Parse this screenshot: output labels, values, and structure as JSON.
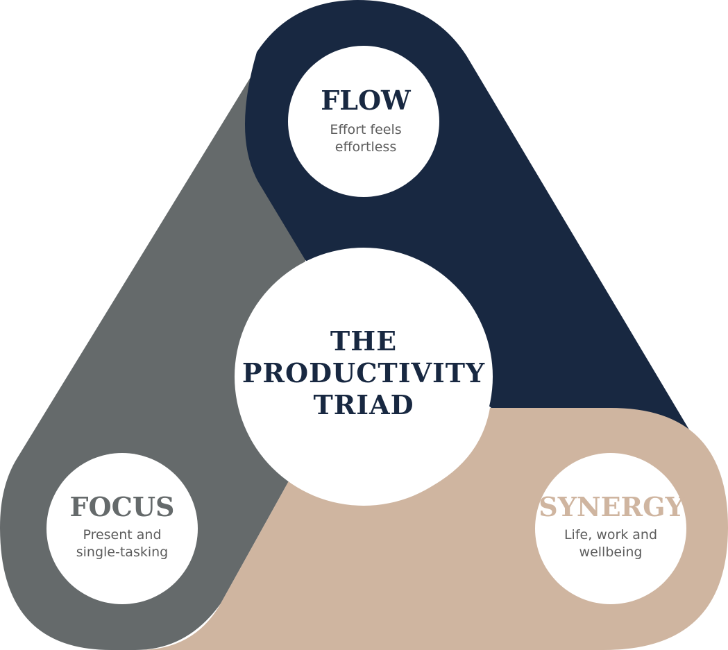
{
  "colors": {
    "flow": "#182841",
    "focus": "#656a6b",
    "synergy": "#cfb5a0",
    "circle": "#ffffff",
    "subtitle_text": "#5c5c5c"
  },
  "center": {
    "lines": [
      "THE",
      "PRODUCTIVITY",
      "TRIAD"
    ]
  },
  "nodes": {
    "flow": {
      "title": "FLOW",
      "subtitle_lines": [
        "Effort feels",
        "effortless"
      ]
    },
    "focus": {
      "title": "FOCUS",
      "subtitle_lines": [
        "Present and",
        "single-tasking"
      ]
    },
    "synergy": {
      "title": "SYNERGY",
      "subtitle_lines": [
        "Life, work and",
        "wellbeing"
      ]
    }
  }
}
